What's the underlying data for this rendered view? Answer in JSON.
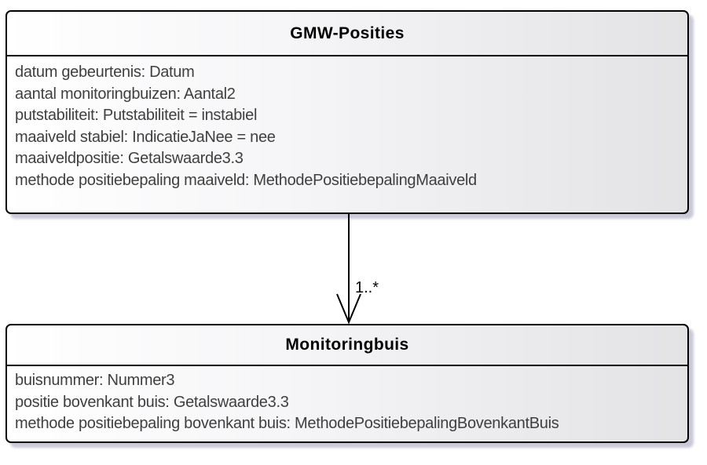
{
  "diagram": {
    "classes": [
      {
        "name": "GMW-Posities",
        "attributes": [
          "datum gebeurtenis: Datum",
          "aantal monitoringbuizen: Aantal2",
          "putstabiliteit: Putstabiliteit = instabiel",
          "maaiveld stabiel: IndicatieJaNee = nee",
          "maaiveldpositie: Getalswaarde3.3",
          "methode positiebepaling maaiveld: MethodePositiebepalingMaaiveld"
        ]
      },
      {
        "name": "Monitoringbuis",
        "attributes": [
          "buisnummer: Nummer3",
          "positie bovenkant buis: Getalswaarde3.3",
          "methode positiebepaling bovenkant buis: MethodePositiebepalingBovenkantBuis"
        ]
      }
    ],
    "association": {
      "from": "GMW-Posities",
      "to": "Monitoringbuis",
      "target_multiplicity": "1..*"
    },
    "colors": {
      "box_fill_start": "#ffffff",
      "box_fill_end": "#e3e3e6",
      "border": "#000000",
      "title_text": "#000000",
      "attribute_text": "#3f3f3f",
      "shadow": "#c9c9d8",
      "background": "#ffffff"
    }
  }
}
